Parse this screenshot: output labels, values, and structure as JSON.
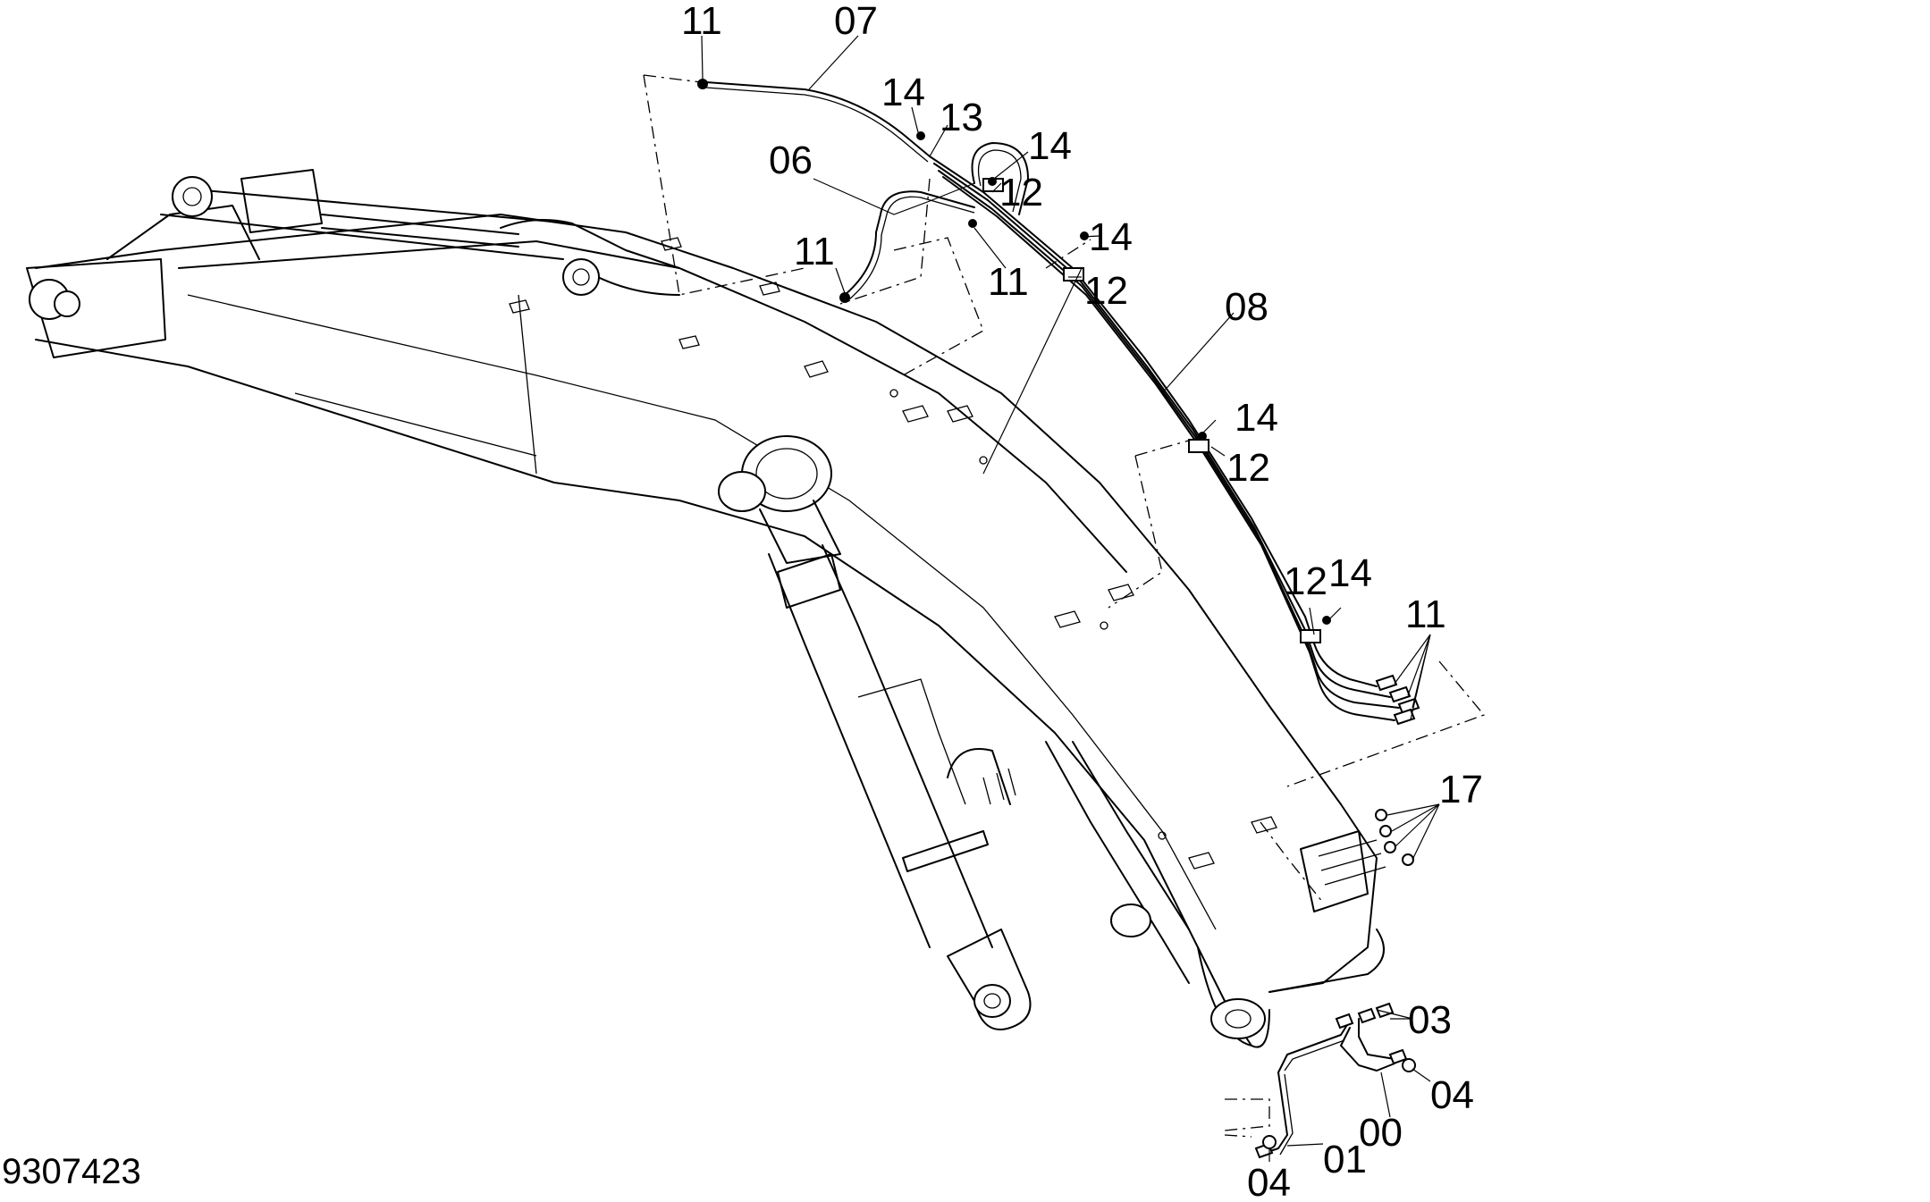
{
  "document_number": "9307423",
  "callouts": {
    "c11_top": "11",
    "c07": "07",
    "c14_a": "14",
    "c13": "13",
    "c14_b": "14",
    "c06": "06",
    "c12_a": "12",
    "c14_c": "14",
    "c11_left": "11",
    "c11_mid": "11",
    "c12_b": "12",
    "c08": "08",
    "c14_d": "14",
    "c12_c": "12",
    "c12_d": "12",
    "c14_e": "14",
    "c11_right": "11",
    "c17": "17",
    "c03": "03",
    "c04_right": "04",
    "c00": "00",
    "c01": "01",
    "c04_bottom": "04"
  }
}
